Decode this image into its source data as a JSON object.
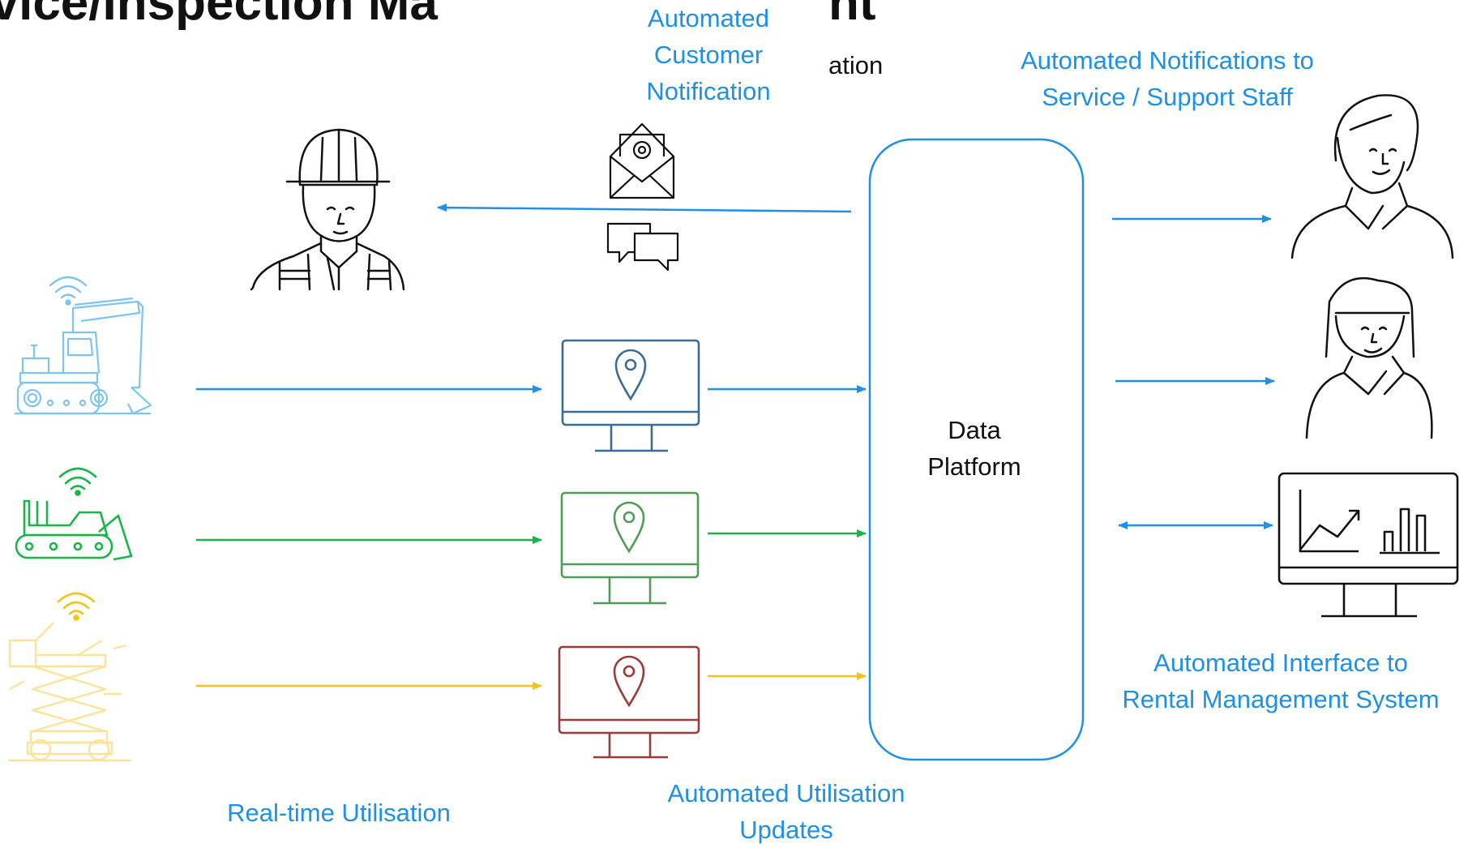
{
  "title": "ervice/Inspection Ma",
  "title_tail": "nt",
  "subtitle_fragment": "ation",
  "labels": {
    "customer_notification": [
      "Automated",
      "Customer",
      "Notification"
    ],
    "staff_notifications": [
      "Automated Notifications to",
      "Service / Support Staff"
    ],
    "data_platform": [
      "Data",
      "Platform"
    ],
    "rms_interface": [
      "Automated Interface to",
      "Rental Management System"
    ],
    "realtime": "Real-time Utilisation",
    "utilisation_updates": [
      "Automated Utilisation",
      "Updates"
    ]
  },
  "icons": {
    "worker": "construction-worker-icon",
    "excavator": "excavator-icon",
    "loader": "skid-steer-loader-icon",
    "lift": "scissor-lift-icon",
    "wifi": "wifi-signal-icon",
    "email": "email-envelope-icon",
    "chat": "chat-bubbles-icon",
    "monitor": "monitor-location-pin-icon",
    "man": "support-staff-man-icon",
    "woman": "support-staff-woman-icon",
    "dashboard": "analytics-dashboard-icon"
  },
  "colors": {
    "accent_blue": "#1e90e8",
    "blue": "#7cc4f4",
    "green": "#1ab548",
    "yellow": "#f8c21c",
    "yellow_light": "#fde39a",
    "monitor_blue": "#3b6c96",
    "monitor_green": "#4f9b58",
    "monitor_red": "#9c3a38",
    "text": "#111111"
  }
}
